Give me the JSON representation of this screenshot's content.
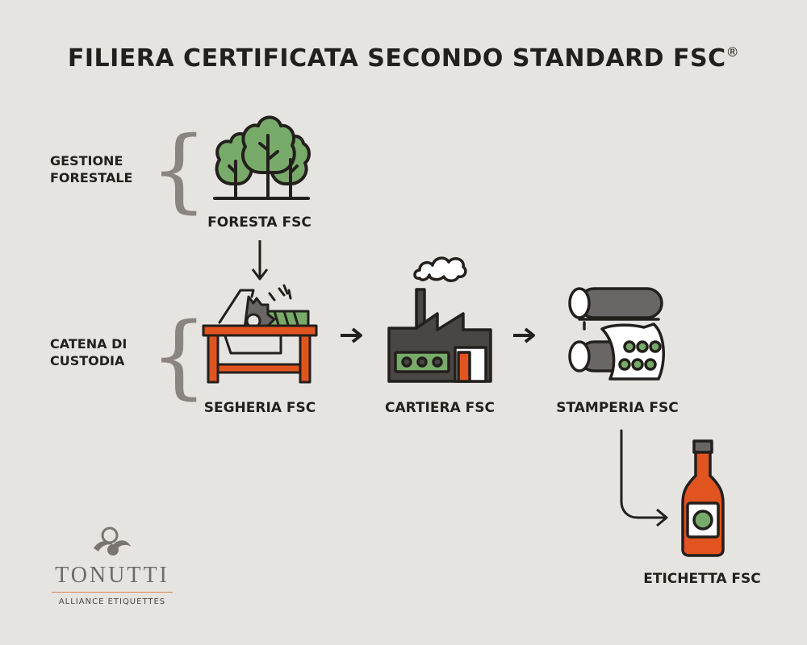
{
  "title": "FILIERA CERTIFICATA SECONDO STANDARD FSC",
  "title_mark": "®",
  "stages": {
    "gestione": [
      "GESTIONE",
      "FORESTALE"
    ],
    "catena": [
      "CATENA DI",
      "CUSTODIA"
    ]
  },
  "nodes": {
    "foresta": "FORESTA FSC",
    "segheria": "SEGHERIA FSC",
    "cartiera": "CARTIERA FSC",
    "stamperia": "STAMPERIA FSC",
    "etichetta": "ETICHETTA FSC"
  },
  "logo": {
    "name": "TONUTTI",
    "tagline": "ALLIANCE ETIQUETTES"
  },
  "colors": {
    "background": "#e6e4e0",
    "outline": "#231f1c",
    "green": "#78ab6a",
    "orange": "#e2541f",
    "gray": "#6a6665",
    "brace": "#8a8580"
  }
}
